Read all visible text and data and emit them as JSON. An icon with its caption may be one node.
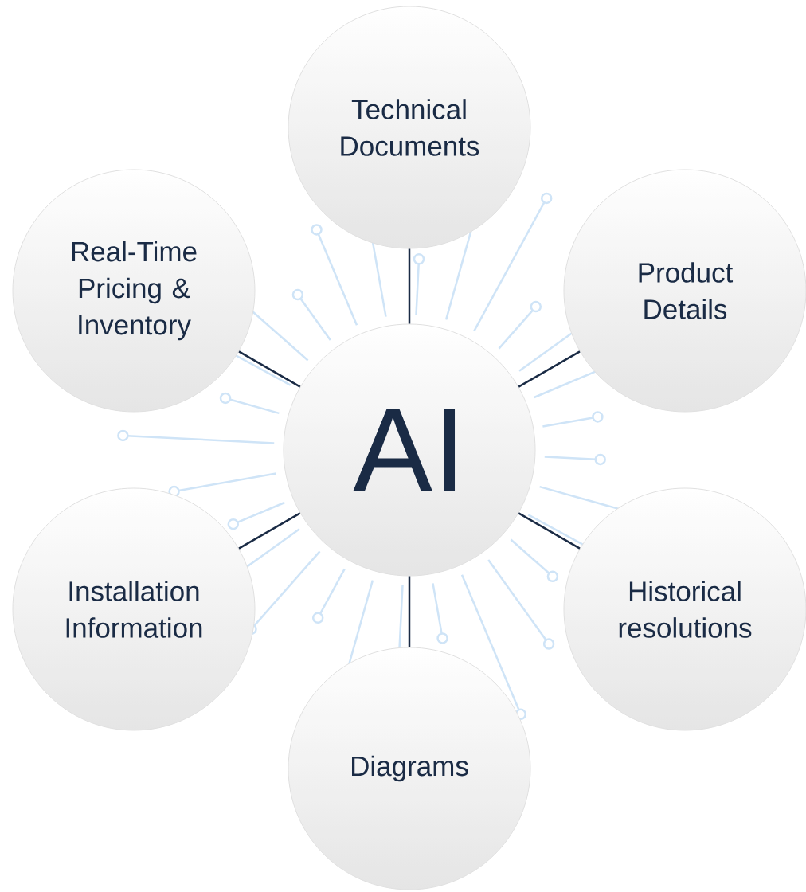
{
  "diagram": {
    "nodes": [
      {
        "text": [
          "Technical Documents"
        ]
      },
      {
        "text": [
          "Real-Time Pricing & Inventory"
        ]
      },
      {
        "text": [
          "Product Details"
        ]
      },
      {
        "text": [
          "AI"
        ]
      },
      {
        "text": [
          "Installation Information"
        ]
      },
      {
        "text": [
          "Historical resolutions"
        ]
      },
      {
        "text": [
          "Diagrams"
        ]
      }
    ],
    "edges": [
      {
        "from": 3,
        "to": 0,
        "arrow": "none"
      },
      {
        "from": 3,
        "to": 2,
        "arrow": "none"
      },
      {
        "from": 3,
        "to": 5,
        "arrow": "none"
      },
      {
        "from": 3,
        "to": 6,
        "arrow": "none"
      },
      {
        "from": 3,
        "to": 4,
        "arrow": "none"
      },
      {
        "from": 3,
        "to": 1,
        "arrow": "none"
      }
    ]
  }
}
